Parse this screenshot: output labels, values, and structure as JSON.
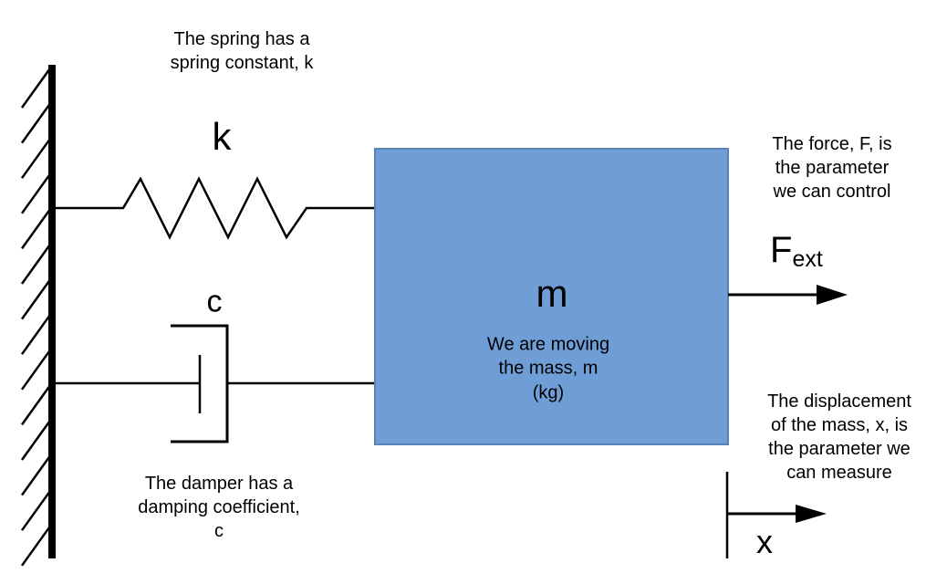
{
  "figure": {
    "description": "Mass-spring-damper free body schematic",
    "background": "#FFFFFF"
  },
  "colors": {
    "mass_fill": "#6F9ED6",
    "mass_border": "#5A82B4",
    "line": "#000000",
    "text": "#000000"
  },
  "annotations": {
    "spring_note": "The spring has a\nspring constant, k",
    "damper_note": "The damper has a\ndamping coefficient,\nc",
    "force_note": "The force, F, is\nthe parameter\nwe can control",
    "displacement_note": "The displacement\nof the mass, x, is\nthe parameter we\ncan measure"
  },
  "labels": {
    "spring_constant": "k",
    "damping_coefficient": "c",
    "mass": "m",
    "mass_note": "We are moving\nthe mass, m\n(kg)",
    "external_force_main": "F",
    "external_force_sub": "ext",
    "displacement": "x"
  }
}
